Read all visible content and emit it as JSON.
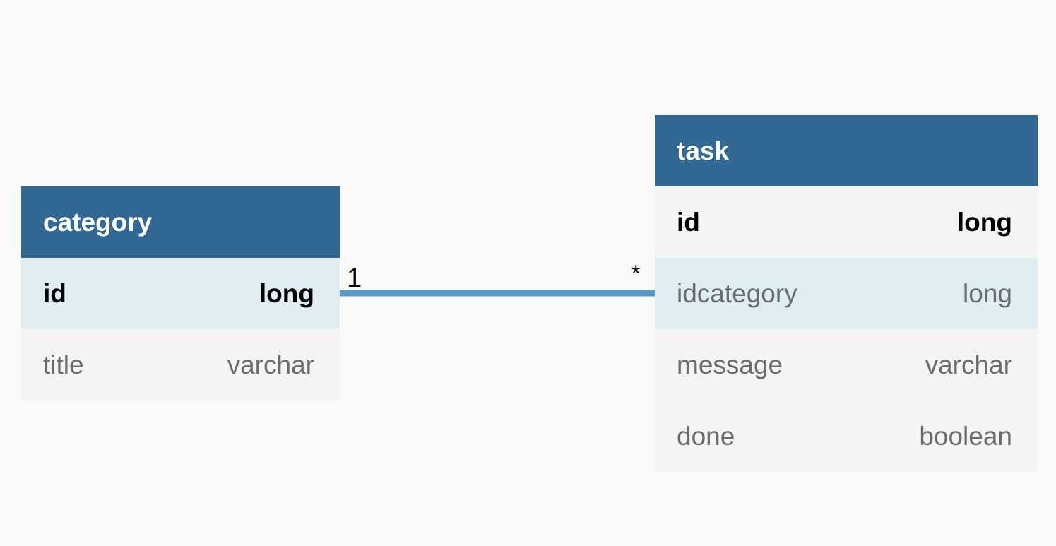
{
  "tables": {
    "category": {
      "name": "category",
      "columns": [
        {
          "name": "id",
          "type": "long"
        },
        {
          "name": "title",
          "type": "varchar"
        }
      ]
    },
    "task": {
      "name": "task",
      "columns": [
        {
          "name": "id",
          "type": "long"
        },
        {
          "name": "idcategory",
          "type": "long"
        },
        {
          "name": "message",
          "type": "varchar"
        },
        {
          "name": "done",
          "type": "boolean"
        }
      ]
    }
  },
  "relationship": {
    "from_cardinality": "1",
    "to_cardinality": "*",
    "line_color": "#5b9ac9"
  },
  "colors": {
    "header": "#316894",
    "row": "#f4f4f4",
    "highlight_row": "#dfedf3",
    "background": "#f9f9f9"
  }
}
